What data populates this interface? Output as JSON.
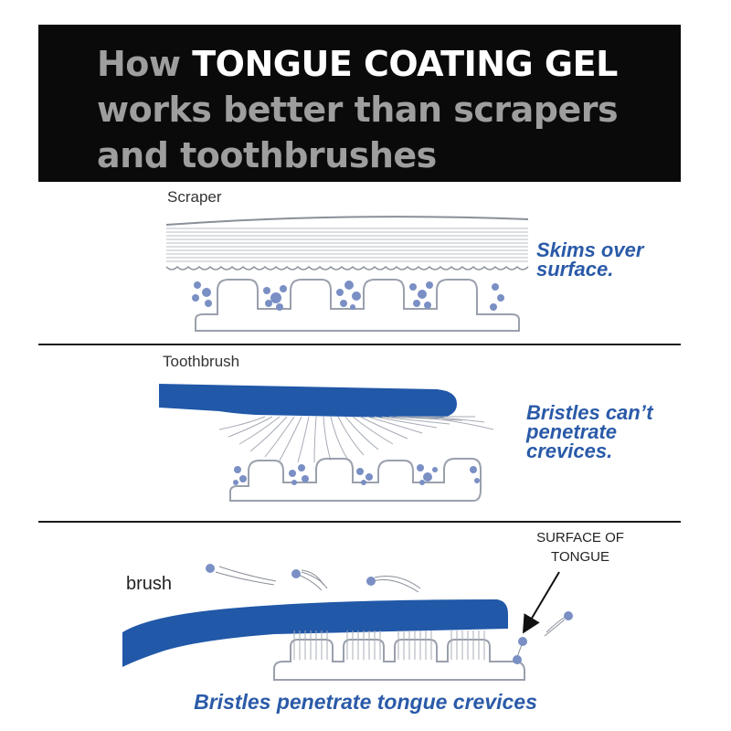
{
  "header": {
    "prefix": "How",
    "highlight": "TONGUE COATING GEL",
    "line2": "works better than scrapers",
    "line3": "and toothbrushes"
  },
  "panels": {
    "scraper": {
      "label": "Scraper",
      "caption_line1": "Skims over",
      "caption_line2": "surface."
    },
    "toothbrush": {
      "label": "Toothbrush",
      "caption_line1": "Bristles can’t",
      "caption_line2": "penetrate",
      "caption_line3": "crevices."
    },
    "gel": {
      "label": "brush",
      "surface_line1": "SURFACE OF",
      "surface_line2": "TONGUE",
      "caption": "Bristles penetrate tongue crevices"
    }
  },
  "colors": {
    "banner_bg": "#0a0a0a",
    "banner_text": "#9e9e9e",
    "highlight_text": "#ffffff",
    "brush_blue": "#2158a8",
    "caption_blue": "#2a5aa8",
    "particle_blue": "#7a8fc4",
    "outline_gray": "#9aa0ac"
  }
}
